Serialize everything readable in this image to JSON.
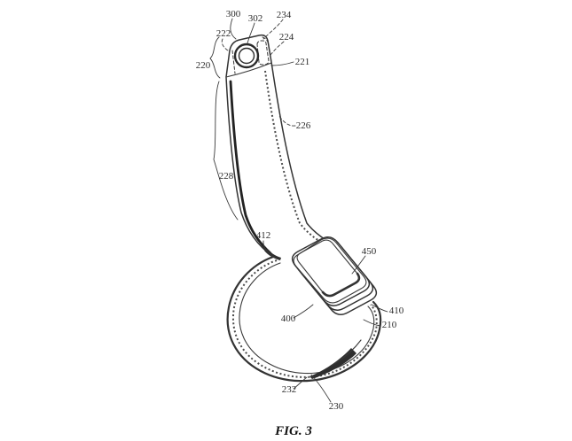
{
  "figure": {
    "caption": "FIG. 3"
  },
  "labels": [
    {
      "id": "300",
      "text": "300"
    },
    {
      "id": "302",
      "text": "302"
    },
    {
      "id": "234",
      "text": "234"
    },
    {
      "id": "222",
      "text": "222"
    },
    {
      "id": "224",
      "text": "224"
    },
    {
      "id": "220",
      "text": "220"
    },
    {
      "id": "221",
      "text": "221"
    },
    {
      "id": "226",
      "text": "226"
    },
    {
      "id": "228",
      "text": "228"
    },
    {
      "id": "412",
      "text": "412"
    },
    {
      "id": "450",
      "text": "450"
    },
    {
      "id": "400",
      "text": "400"
    },
    {
      "id": "410",
      "text": "410"
    },
    {
      "id": "210",
      "text": "210"
    },
    {
      "id": "232",
      "text": "232"
    },
    {
      "id": "230",
      "text": "230"
    }
  ],
  "colors": {
    "background": "#ffffff",
    "line": "#333333",
    "stitch": "#4a4a4a"
  }
}
